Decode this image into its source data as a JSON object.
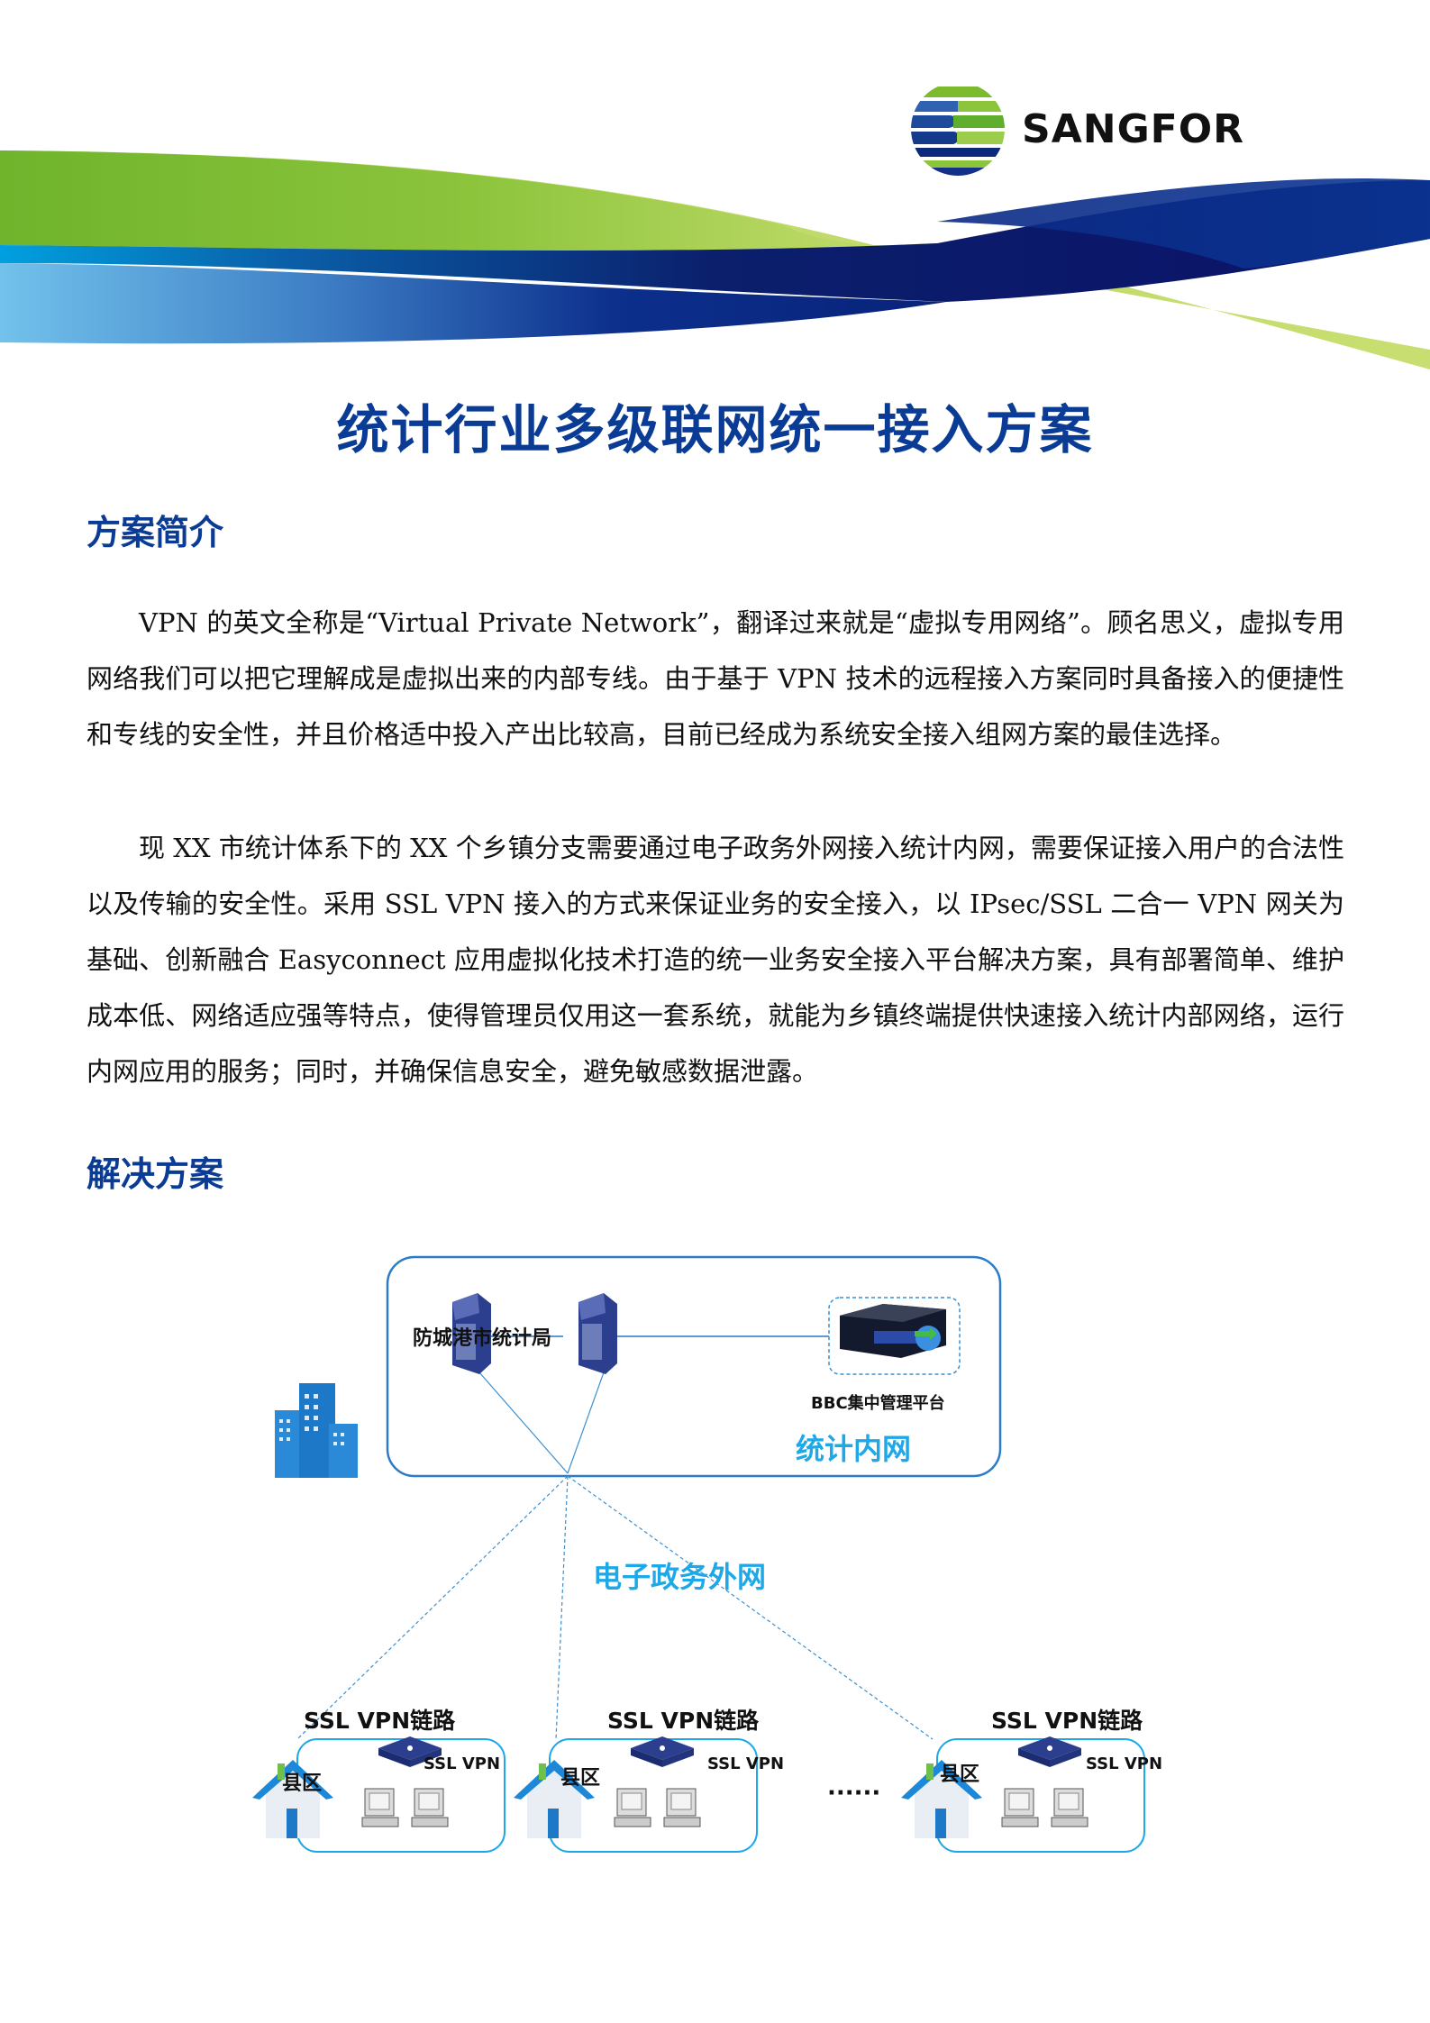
{
  "header": {
    "brand": "SANGFOR",
    "colors": {
      "green": "#7dbb2e",
      "lime": "#c4dc6c",
      "navy": "#0a1f78",
      "blue": "#1f4fa8",
      "sky": "#6cbde8"
    }
  },
  "document": {
    "title": "统计行业多级联网统一接入方案",
    "sections": [
      {
        "heading": "方案简介",
        "paragraphs": [
          "VPN 的英文全称是“Virtual Private Network”，翻译过来就是“虚拟专用网络”。顾名思义，虚拟专用网络我们可以把它理解成是虚拟出来的内部专线。由于基于 VPN 技术的远程接入方案同时具备接入的便捷性和专线的安全性，并且价格适中投入产出比较高，目前已经成为系统安全接入组网方案的最佳选择。",
          "现 XX 市统计体系下的 XX 个乡镇分支需要通过电子政务外网接入统计内网，需要保证接入用户的合法性以及传输的安全性。采用 SSL VPN 接入的方式来保证业务的安全接入，以 IPsec/SSL 二合一 VPN 网关为基础、创新融合 Easyconnect 应用虚拟化技术打造的统一业务安全接入平台解决方案，具有部署简单、维护成本低、网络适应强等特点，使得管理员仅用这一套系统，就能为乡镇终端提供快速接入统计内部网络，运行内网应用的服务；同时，并确保信息安全，避免敏感数据泄露。"
        ]
      },
      {
        "heading": "解决方案",
        "paragraphs": []
      }
    ]
  },
  "diagram": {
    "hq_name": "防城港市统计局",
    "bbc_label": "BBC集中管理平台",
    "intranet_label": "统计内网",
    "extranet_label": "电子政务外网",
    "branches": [
      {
        "link_label": "SSL VPN链路",
        "site_label": "县区",
        "device_label": "SSL  VPN"
      },
      {
        "link_label": "SSL VPN链路",
        "site_label": "县区",
        "device_label": "SSL  VPN"
      },
      {
        "link_label": "SSL VPN链路",
        "site_label": "县区",
        "device_label": "SSL  VPN"
      }
    ],
    "ellipsis": "······",
    "colors": {
      "accent": "#1fa8e8",
      "line": "#3a8fd0",
      "device": "#2c3f8f"
    }
  }
}
